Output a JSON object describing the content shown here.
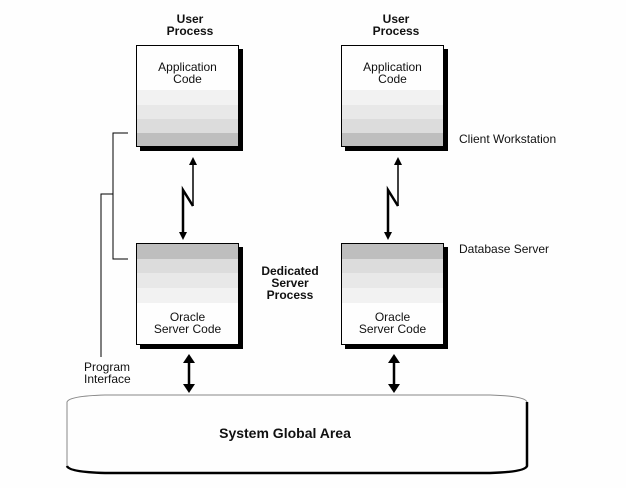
{
  "diagram": {
    "user_process_left": {
      "title_line1": "User",
      "title_line2": "Process",
      "box_line1": "Application",
      "box_line2": "Code"
    },
    "user_process_right": {
      "title_line1": "User",
      "title_line2": "Process",
      "box_line1": "Application",
      "box_line2": "Code"
    },
    "server_left": {
      "box_line1": "Oracle",
      "box_line2": "Server Code"
    },
    "server_right": {
      "box_line1": "Oracle",
      "box_line2": "Server Code"
    },
    "dedicated_label": {
      "line1": "Dedicated",
      "line2": "Server",
      "line3": "Process"
    },
    "client_workstation_label": "Client Workstation",
    "database_server_label": "Database Server",
    "program_interface_label": {
      "line1": "Program",
      "line2": "Interface"
    },
    "sga_label": "System Global Area",
    "colors": {
      "band1": "#f2f2f2",
      "band2": "#e8e8e8",
      "band3": "#dcdcdc",
      "band4": "#bebebe",
      "stroke": "#000000"
    }
  }
}
